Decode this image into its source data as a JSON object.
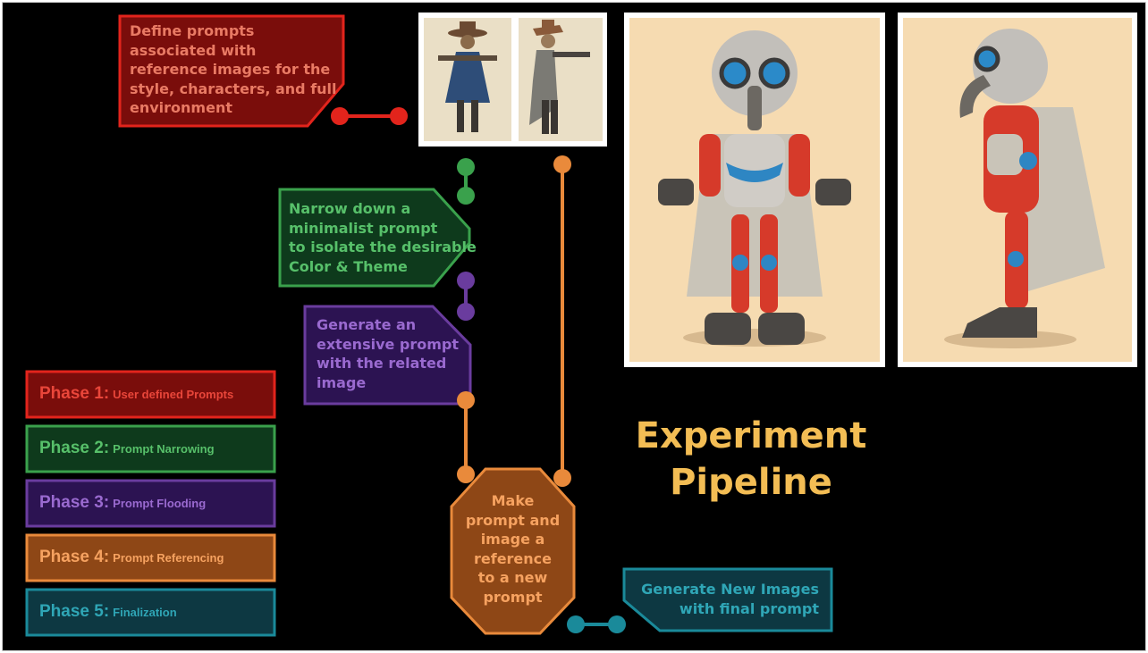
{
  "title": {
    "line1": "Experiment",
    "line2": "Pipeline"
  },
  "colors": {
    "phase1": "#e2241c",
    "phase2": "#3aa14c",
    "phase3": "#6a3c9e",
    "phase4": "#e98a3b",
    "phase5": "#1a8a9a",
    "title": "#f3bd54"
  },
  "steps": {
    "define": {
      "lines": [
        "Define prompts",
        "associated with",
        "reference images for the",
        "style, characters, and full",
        "environment"
      ]
    },
    "narrow": {
      "lines": [
        "Narrow down a",
        "minimalist prompt",
        "to isolate the desirable",
        "Color & Theme"
      ]
    },
    "generate": {
      "lines": [
        "Generate an",
        "extensive prompt",
        "with the related",
        "image"
      ]
    },
    "reference": {
      "lines": [
        "Make",
        "prompt and",
        "image a",
        "reference",
        "to a new",
        "prompt"
      ]
    },
    "final": {
      "lines": [
        "Generate New Images",
        "with final prompt"
      ]
    }
  },
  "legend": [
    {
      "phase": "Phase 1:",
      "label": "User defined Prompts"
    },
    {
      "phase": "Phase 2:",
      "label": "Prompt Narrowing"
    },
    {
      "phase": "Phase 3:",
      "label": "Prompt Flooding"
    },
    {
      "phase": "Phase 4:",
      "label": "Prompt Referencing"
    },
    {
      "phase": "Phase 5:",
      "label": "Finalization"
    }
  ],
  "images": {
    "reference_front": "cowboy-character-front-image",
    "reference_side": "cowboy-character-side-image",
    "robot_front": "robot-character-front-image",
    "robot_side": "robot-character-side-image"
  }
}
